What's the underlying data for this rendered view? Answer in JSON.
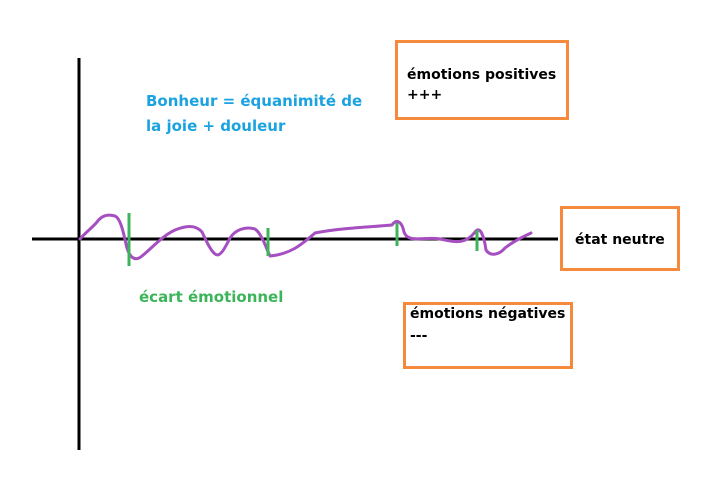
{
  "labels": {
    "bonheur_line_1": "Bonheur = équanimité de",
    "bonheur_line_2": "la joie + douleur",
    "ecart": "écart émotionnel",
    "positive": "émotions positives",
    "positive_signs": "+++",
    "neutral": "état neutre",
    "negative": "émotions négatives",
    "negative_signs": "---"
  },
  "colors": {
    "axis": "#000000",
    "wave": "#a64fc0",
    "deviation_marks": "#3cb45a",
    "box_border": "#f58a3c",
    "title_text": "#1aa3e0",
    "ecart_text": "#3cb45a"
  }
}
